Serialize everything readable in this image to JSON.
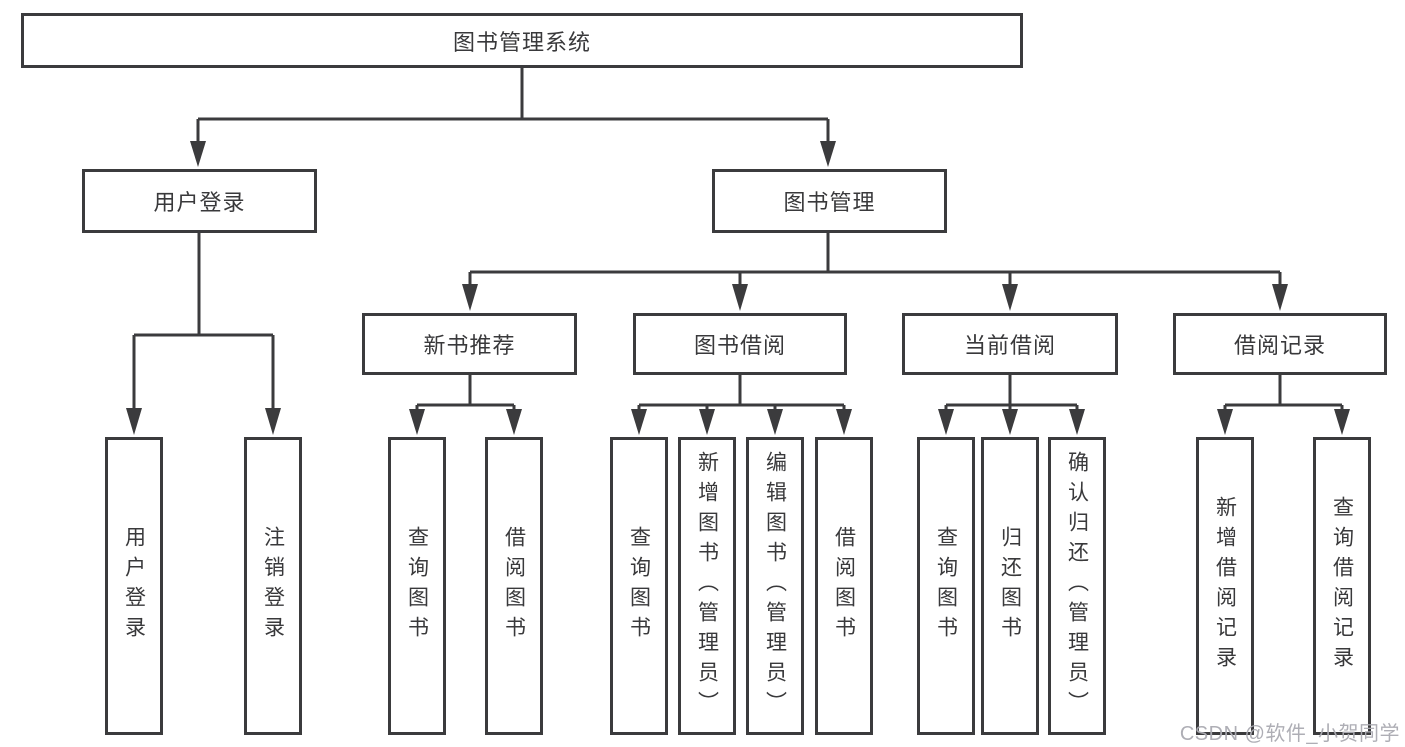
{
  "diagram_title": "图书管理系统",
  "colors": {
    "line": "#3b3b3d",
    "node_border": "#3b3b3d",
    "node_text": "#39393b",
    "watermark": "#ababb2",
    "background": "#ffffff"
  },
  "tree": {
    "label": "图书管理系统",
    "children": [
      {
        "label": "用户登录",
        "children": [
          {
            "label": "用户登录"
          },
          {
            "label": "注销登录"
          }
        ]
      },
      {
        "label": "图书管理",
        "children": [
          {
            "label": "新书推荐",
            "children": [
              {
                "label": "查询图书"
              },
              {
                "label": "借阅图书"
              }
            ]
          },
          {
            "label": "图书借阅",
            "children": [
              {
                "label": "查询图书"
              },
              {
                "label": "新增图书（管理员）"
              },
              {
                "label": "编辑图书（管理员）"
              },
              {
                "label": "借阅图书"
              }
            ]
          },
          {
            "label": "当前借阅",
            "children": [
              {
                "label": "查询图书"
              },
              {
                "label": "归还图书"
              },
              {
                "label": "确认归还（管理员）"
              }
            ]
          },
          {
            "label": "借阅记录",
            "children": [
              {
                "label": "新增借阅记录"
              },
              {
                "label": "查询借阅记录"
              }
            ]
          }
        ]
      }
    ]
  },
  "watermark": {
    "text": "CSDN @软件_小贺同学"
  }
}
